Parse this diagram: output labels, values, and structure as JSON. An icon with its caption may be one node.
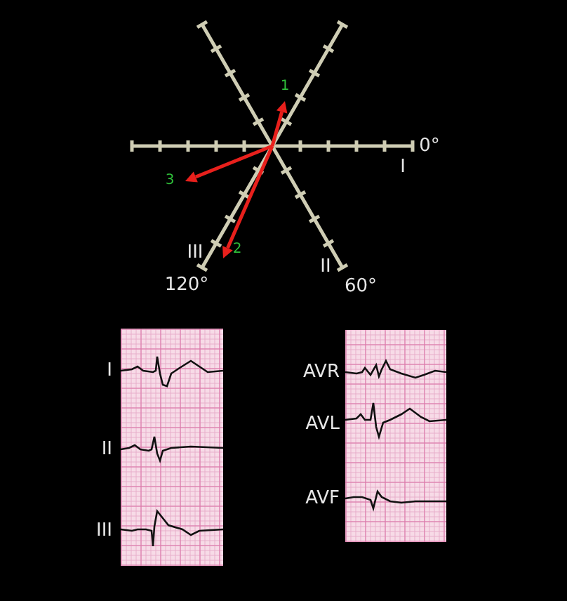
{
  "diagram": {
    "labels": [
      "1",
      "0°",
      "I",
      "3",
      "III",
      "2",
      "120°",
      "II",
      "60°",
      "I",
      "AVR",
      "AVL",
      "II",
      "AVF",
      "III"
    ]
  }
}
